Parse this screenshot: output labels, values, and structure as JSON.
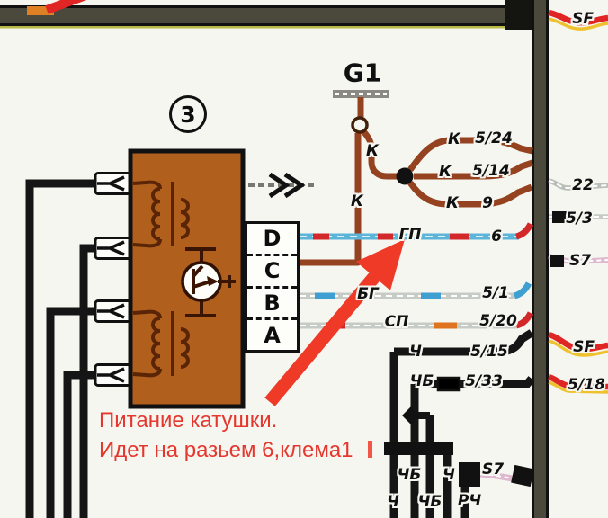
{
  "colors": {
    "frame": "#4a493b",
    "wire_black": "#151515",
    "wire_brown": "#94421f",
    "wire_blue": "#5cb5d9",
    "wire_gray": "#c6cbc6",
    "dash_red": "#d3282a",
    "dash_blue": "#3f9fd0",
    "dash_orange": "#e0731f",
    "wire_red": "#e02525",
    "wire_yellow": "#eec22e",
    "wire_pink": "#dfb8cf",
    "module_fill": "#b05f1d",
    "module_symbol": "#5a2406",
    "annotation": "#e5372e",
    "arrow": "#f03a28"
  },
  "module": {
    "badge": "3",
    "pins": [
      "D",
      "C",
      "B",
      "A"
    ]
  },
  "generator": {
    "label": "G1"
  },
  "wires": {
    "k_label_upper": "К",
    "k_label_vertical": "К",
    "rows": [
      {
        "code": "К",
        "terminal": "5/24"
      },
      {
        "code": "К",
        "terminal": "5/14"
      },
      {
        "code": "К",
        "terminal": "9"
      },
      {
        "code": "ГП",
        "terminal": "6"
      },
      {
        "code": "БГ",
        "terminal": "5/1"
      },
      {
        "code": "СП",
        "terminal": "5/20"
      },
      {
        "code": "Ч",
        "terminal": "5/15"
      },
      {
        "code": "ЧБ",
        "terminal": "5/33"
      }
    ],
    "cluster": [
      "ЧБ",
      "Ч",
      "Ч",
      "ЧБ",
      "РЧ"
    ],
    "s7_left": "S7",
    "right": [
      "SF",
      "22",
      "5/3",
      "S7",
      "SF",
      "5/18"
    ]
  },
  "annotation": {
    "line1": "Питание катушки.",
    "line2": "Идет на разьем 6,клема1"
  }
}
